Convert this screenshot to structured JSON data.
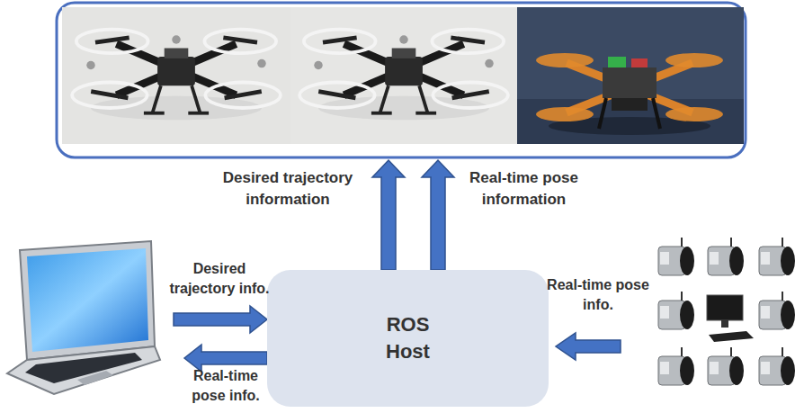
{
  "diagram": {
    "nodes": [
      {
        "text": [
          "ROS Host"
        ]
      }
    ],
    "labels": [
      "Desired trajectory information",
      "Real-time pose information",
      "Desired trajectory info.",
      "Real-time pose info.",
      "Real-time pose info."
    ]
  }
}
